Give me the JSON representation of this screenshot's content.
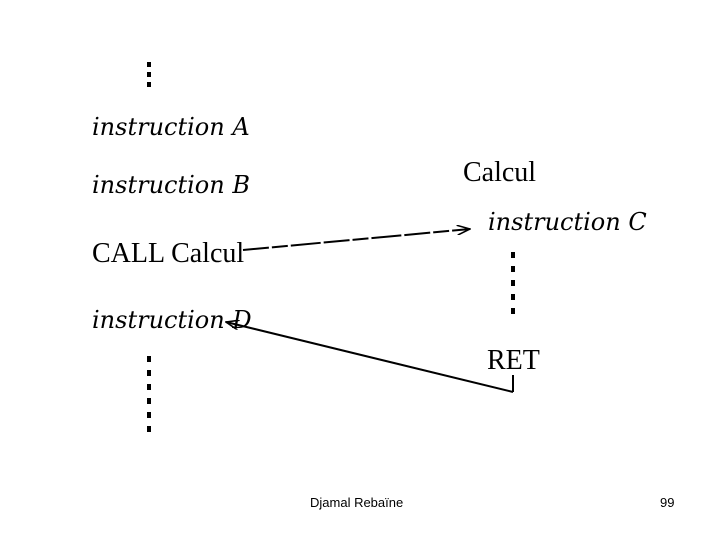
{
  "diagram": {
    "caller": {
      "instruction_a": "instruction A",
      "instruction_b": "instruction B",
      "call": "CALL  Calcul",
      "instruction_d": "instruction D"
    },
    "subroutine": {
      "name": "Calcul",
      "instruction_c": "instruction C",
      "ret": "RET"
    }
  },
  "footer": {
    "author": "Djamal Rebaïne",
    "page_number": "99"
  }
}
